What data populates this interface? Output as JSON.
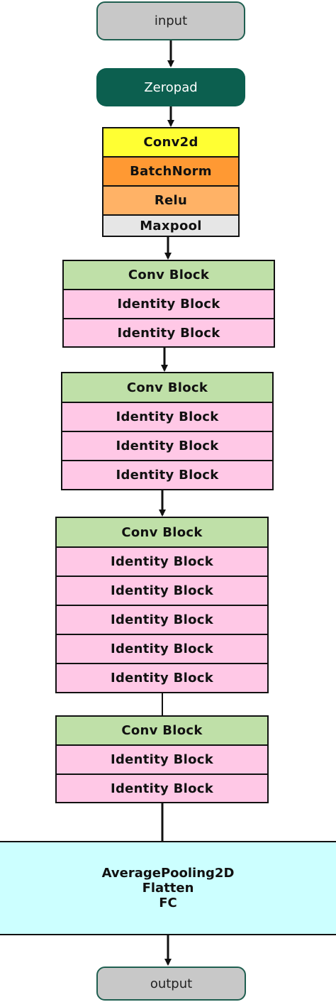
{
  "input_label": "input",
  "zeropad_label": "Zeropad",
  "stem": [
    "Conv2d",
    "BatchNorm",
    "Relu",
    "Maxpool"
  ],
  "stages": [
    {
      "conv": "Conv Block",
      "identity": [
        "Identity Block",
        "Identity Block"
      ]
    },
    {
      "conv": "Conv Block",
      "identity": [
        "Identity Block",
        "Identity Block",
        "Identity Block"
      ]
    },
    {
      "conv": "Conv Block",
      "identity": [
        "Identity Block",
        "Identity Block",
        "Identity Block",
        "Identity Block",
        "Identity Block"
      ]
    },
    {
      "conv": "Conv Block",
      "identity": [
        "Identity Block",
        "Identity Block"
      ]
    }
  ],
  "head": [
    "AveragePooling2D",
    "Flatten",
    "FC"
  ],
  "output_label": "output",
  "colors": {
    "terminal_fill": "#c8c8c8",
    "zeropad_fill": "#0c5f4f",
    "conv2d_fill": "#ffff33",
    "batchnorm_fill": "#ff9933",
    "relu_fill": "#ffb266",
    "maxpool_fill": "#e6e6e6",
    "conv_block_fill": "#bfe0a8",
    "identity_block_fill": "#ffc8e6",
    "head_fill": "#ccffff"
  }
}
